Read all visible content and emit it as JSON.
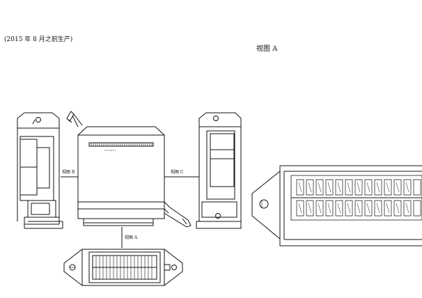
{
  "header": {
    "production_note": "(2015 年 8 月之前生产)",
    "view_a_title": "视图 A"
  },
  "callouts": {
    "view_b": "视图 B",
    "view_c": "视图 C",
    "view_a": "视图 A"
  },
  "connector": {
    "pin_row_label": "1-5 2-6 3-7"
  },
  "colors": {
    "line": "#111111",
    "background": "#ffffff"
  }
}
